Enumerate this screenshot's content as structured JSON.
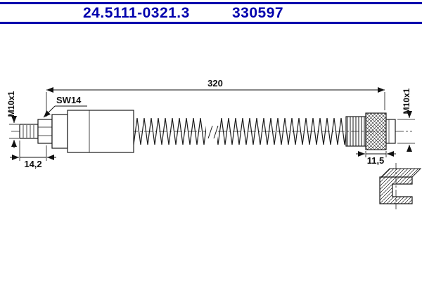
{
  "header": {
    "part_number": "24.5111-0321.3",
    "ref_number": "330597",
    "accent_color": "#0000ad"
  },
  "drawing": {
    "dim_length": "320",
    "hex_label": "SW14",
    "thread_left": "M10x1",
    "thread_right": "M10x1",
    "dim_left_fitting": "14,2",
    "dim_right_fitting": "11,5",
    "line_color": "#1a1a1a"
  }
}
